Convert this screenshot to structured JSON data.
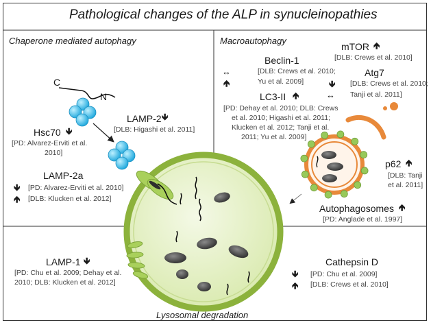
{
  "title": "Pathological changes of the ALP in synucleinopathies",
  "sections": {
    "cma": "Chaperone mediated autophagy",
    "macro": "Macroautophagy",
    "lyso": "Lysosomal degradation"
  },
  "cma": {
    "tail_c": "C",
    "tail_n": "N",
    "hsc70": {
      "name": "Hsc70",
      "arrow": "🡻",
      "refs": [
        "[PD: Alvarez-Erviti et al.",
        "2010]"
      ]
    },
    "lamp2": {
      "name": "LAMP-2",
      "arrow": "🡻",
      "ref": "[DLB: Higashi et al. 2011]"
    },
    "lamp2a": {
      "name": "LAMP-2a",
      "rows": [
        {
          "arrow": "🡻",
          "ref": "[PD: Alvarez-Erviti et al. 2010]"
        },
        {
          "arrow": "🡹",
          "ref": "[DLB: Klucken et al. 2012]"
        }
      ]
    }
  },
  "macro": {
    "mtor": {
      "name": "mTOR",
      "arrow": "🡹",
      "ref": "[DLB: Crews et al. 2010]"
    },
    "beclin": {
      "name": "Beclin-1",
      "arrows": [
        "↔",
        "🡹"
      ],
      "refs": [
        "[DLB: Crews et al. 2010;",
        "Yu et al. 2009]"
      ]
    },
    "atg7": {
      "name": "Atg7",
      "arrows": [
        "🡻",
        "↔"
      ],
      "refs": [
        "[DLB: Crews et al. 2010;",
        "Tanji et al. 2011]"
      ]
    },
    "lc3": {
      "name": "LC3-II",
      "arrow": "🡹",
      "refs": [
        "[PD: Dehay et al. 2010; DLB: Crews",
        "et al. 2010; Higashi et al. 2011;",
        "Klucken et al. 2012; Tanji et al.",
        "2011; Yu et al. 2009]"
      ]
    },
    "p62": {
      "name": "p62",
      "arrow": "🡹",
      "refs": [
        "[DLB: Tanji",
        "et al. 2011]"
      ]
    },
    "autophagosomes": {
      "name": "Autophagosomes",
      "arrow": "🡹",
      "ref": "[PD: Anglade et al. 1997]"
    }
  },
  "lyso": {
    "lamp1": {
      "name": "LAMP-1",
      "arrow": "🡻",
      "refs": [
        "[PD: Chu et al. 2009; Dehay et al.",
        "2010; DLB: Klucken et al. 2012]"
      ]
    },
    "cathepsin": {
      "name": "Cathepsin D",
      "rows": [
        {
          "arrow": "🡻",
          "ref": "[PD: Chu et al. 2009]"
        },
        {
          "arrow": "🡹",
          "ref": "[DLB: Crews et al. 2010]"
        }
      ]
    }
  },
  "colors": {
    "lysosome_fill": "#e3efc6",
    "lysosome_stroke": "#8cb23c",
    "chaperone": "#2cb6e6",
    "autophagosome_ring": "#e8893a",
    "p62_dot": "#97c95a",
    "cargo": "#4a4a4a"
  }
}
